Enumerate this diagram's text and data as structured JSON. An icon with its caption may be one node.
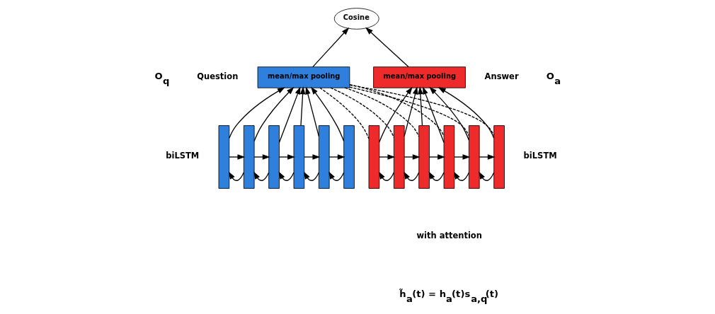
{
  "diagram": {
    "nodes": [
      {
        "text": [
          "Cosine"
        ]
      },
      {
        "text": [
          "mean/max pooling"
        ]
      },
      {
        "text": [
          "mean/max pooling"
        ]
      },
      {
        "text": [],
        "shape": "bar"
      },
      {
        "text": [],
        "shape": "bar"
      },
      {
        "text": [],
        "shape": "bar"
      },
      {
        "text": [],
        "shape": "bar"
      },
      {
        "text": [],
        "shape": "bar"
      },
      {
        "text": [],
        "shape": "bar"
      },
      {
        "text": [],
        "shape": "bar"
      },
      {
        "text": [],
        "shape": "bar"
      },
      {
        "text": [],
        "shape": "bar"
      },
      {
        "text": [],
        "shape": "bar"
      },
      {
        "text": [],
        "shape": "bar"
      },
      {
        "text": [],
        "shape": "bar"
      }
    ],
    "edges": [
      {
        "from": 1,
        "to": 0,
        "arrow": "to"
      },
      {
        "from": 2,
        "to": 0,
        "arrow": "to"
      },
      {
        "from": 3,
        "to": 1,
        "arrow": "to"
      },
      {
        "from": 4,
        "to": 1,
        "arrow": "to"
      },
      {
        "from": 5,
        "to": 1,
        "arrow": "to"
      },
      {
        "from": 6,
        "to": 1,
        "arrow": "to"
      },
      {
        "from": 7,
        "to": 1,
        "arrow": "to"
      },
      {
        "from": 8,
        "to": 1,
        "arrow": "to"
      },
      {
        "from": 9,
        "to": 2,
        "arrow": "to"
      },
      {
        "from": 10,
        "to": 2,
        "arrow": "to"
      },
      {
        "from": 11,
        "to": 2,
        "arrow": "to"
      },
      {
        "from": 12,
        "to": 2,
        "arrow": "to"
      },
      {
        "from": 13,
        "to": 2,
        "arrow": "to"
      },
      {
        "from": 14,
        "to": 2,
        "arrow": "to"
      },
      {
        "from": 3,
        "to": 4,
        "arrow": "to"
      },
      {
        "from": 4,
        "to": 5,
        "arrow": "to"
      },
      {
        "from": 5,
        "to": 6,
        "arrow": "to"
      },
      {
        "from": 6,
        "to": 7,
        "arrow": "to"
      },
      {
        "from": 7,
        "to": 8,
        "arrow": "to"
      },
      {
        "from": 4,
        "to": 3,
        "arrow": "to"
      },
      {
        "from": 5,
        "to": 4,
        "arrow": "to"
      },
      {
        "from": 6,
        "to": 5,
        "arrow": "to"
      },
      {
        "from": 7,
        "to": 6,
        "arrow": "to"
      },
      {
        "from": 8,
        "to": 7,
        "arrow": "to"
      },
      {
        "from": 9,
        "to": 10,
        "arrow": "to"
      },
      {
        "from": 10,
        "to": 11,
        "arrow": "to"
      },
      {
        "from": 11,
        "to": 12,
        "arrow": "to"
      },
      {
        "from": 12,
        "to": 13,
        "arrow": "to"
      },
      {
        "from": 13,
        "to": 14,
        "arrow": "to"
      },
      {
        "from": 10,
        "to": 9,
        "arrow": "to"
      },
      {
        "from": 11,
        "to": 10,
        "arrow": "to"
      },
      {
        "from": 12,
        "to": 11,
        "arrow": "to"
      },
      {
        "from": 13,
        "to": 12,
        "arrow": "to"
      },
      {
        "from": 14,
        "to": 13,
        "arrow": "to"
      },
      {
        "from": 1,
        "to": 9,
        "arrow": "none",
        "style": "dashed"
      },
      {
        "from": 1,
        "to": 10,
        "arrow": "none",
        "style": "dashed"
      },
      {
        "from": 1,
        "to": 11,
        "arrow": "none",
        "style": "dashed"
      },
      {
        "from": 1,
        "to": 12,
        "arrow": "none",
        "style": "dashed"
      },
      {
        "from": 1,
        "to": 13,
        "arrow": "none",
        "style": "dashed"
      },
      {
        "from": 1,
        "to": 14,
        "arrow": "none",
        "style": "dashed"
      }
    ],
    "labels": [
      "Question",
      "Answer",
      "O$_{q}$",
      "O$_{a}$",
      "biLSTM",
      "biLSTM",
      "with attention",
      "h̃$_{a}$(t) = h$_{a}$(t)s$_{a,q}$(t)"
    ]
  }
}
